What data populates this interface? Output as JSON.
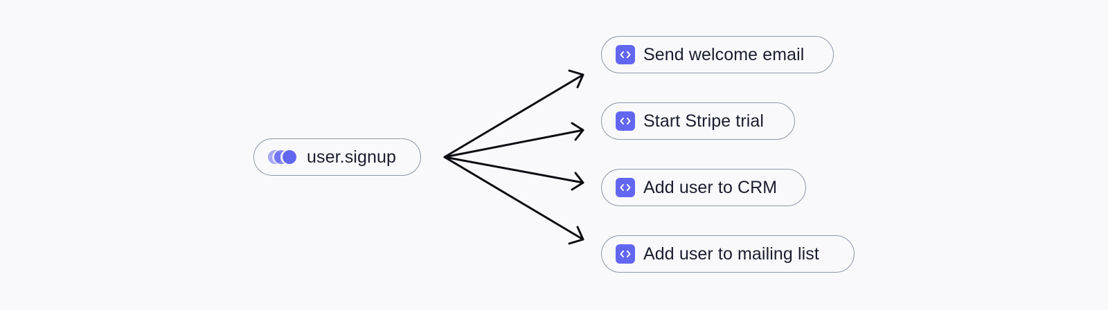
{
  "event": {
    "label": "user.signup",
    "icon": "event-dots-icon"
  },
  "functions": [
    {
      "label": "Send welcome email",
      "icon": "code-brackets-icon"
    },
    {
      "label": "Start Stripe trial",
      "icon": "code-brackets-icon"
    },
    {
      "label": "Add user to CRM",
      "icon": "code-brackets-icon"
    },
    {
      "label": "Add user to mailing list",
      "icon": "code-brackets-icon"
    }
  ],
  "colors": {
    "accent": "#6366f1",
    "node_border": "#8e97a6",
    "arrow": "#0b0b12",
    "background": "#f9f9fc"
  }
}
